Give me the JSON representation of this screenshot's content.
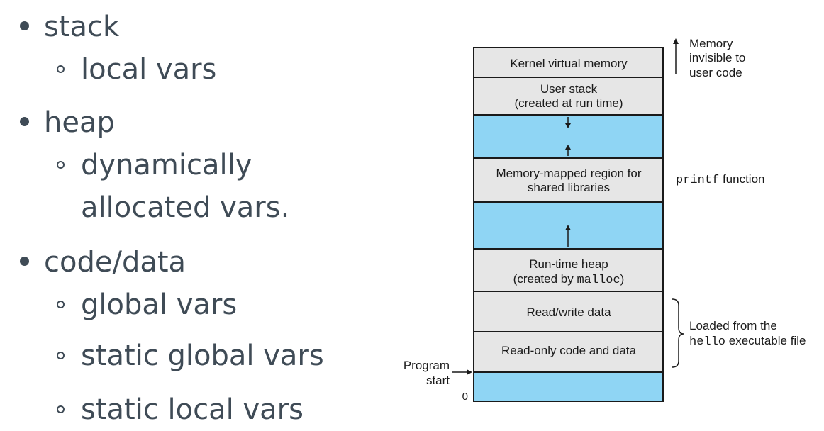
{
  "bullets": {
    "stack": "stack",
    "local_vars": "local vars",
    "heap": "heap",
    "dyn_line1": "dynamically",
    "dyn_line2": "allocated vars.",
    "code_data": "code/data",
    "global_vars": "global vars",
    "static_global_vars": "static global vars",
    "static_local_vars": "static local vars"
  },
  "diagram": {
    "kernel": "Kernel virtual memory",
    "user_stack_1": "User stack",
    "user_stack_2": "(created at run time)",
    "mmap_1": "Memory-mapped region for",
    "mmap_2": "shared libraries",
    "heap_1": "Run-time heap",
    "heap_2_prefix": "(created by ",
    "heap_2_code": "malloc",
    "heap_2_suffix": ")",
    "rw_data": "Read/write data",
    "ro_code": "Read-only code and data",
    "mem_invisible_1": "Memory",
    "mem_invisible_2": "invisible to",
    "mem_invisible_3": "user code",
    "printf_code": "printf",
    "printf_suffix": " function",
    "loaded_1": "Loaded from the",
    "loaded_2_code": "hello",
    "loaded_2_suffix": " executable file",
    "program_start_1": "Program",
    "program_start_2": "start",
    "zero": "0",
    "colors": {
      "gray_segment": "#e6e6e6",
      "blue_gap": "#8fd5f4",
      "outline": "#1a1a1a",
      "bullet_text": "#3f4b56"
    }
  }
}
